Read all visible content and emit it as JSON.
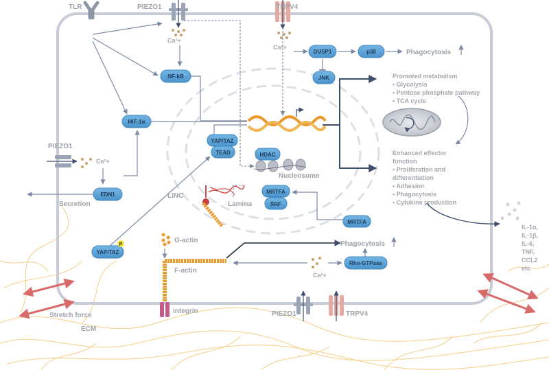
{
  "receptors": {
    "tlr": "TLR",
    "piezo1_top": "PIEZO1",
    "trpv4_top": "TRPV4",
    "piezo1_left": "PIEZO1",
    "piezo1_bottom": "PIEZO1",
    "trpv4_bottom": "TRPV4"
  },
  "ions": {
    "ca_top": "Ca²+",
    "ca_trpv4": "Ca²+",
    "ca_left": "Ca²+",
    "ca_bottom": "Ca²+"
  },
  "nodes": {
    "nfkb": "NF-kB",
    "hif1a": "HIF-1α",
    "edn1": "EDN1",
    "dusp1": "DUSP1",
    "p38": "p38",
    "jnk": "JNK",
    "yaptaz": "YAP/TAZ",
    "tead": "TEAD",
    "hdac": "HDAC",
    "mrtfa_nuc": "MRTFA",
    "srf": "SRF",
    "mrtfa_cyto": "MRTFA",
    "yaptaz_p": "YAP/TAZ",
    "phospho": "P",
    "rhogtpase": "Rho-GTPase"
  },
  "labels": {
    "phagocytosis_top": "Phagocytosis",
    "phagocytosis_mid": "Phagocytosis",
    "secretion": "Secretion",
    "nucleosome": "Nucleosome",
    "linc": "LINC",
    "lamina": "Lamina",
    "g_actin": "G-actin",
    "f_actin": "F-actin",
    "integrin": "integrin",
    "stretch_force": "Stretch force",
    "ecm": "ECM"
  },
  "metabolism": {
    "title": "Promoted metabolism",
    "items": [
      "• Glycolysis",
      "• Pentose phosphate pathway",
      "• TCA cycle"
    ]
  },
  "effector": {
    "title_line1": "Enhanced effector",
    "title_line2": "function",
    "items": [
      "• Proliferation and",
      "  differentiation",
      "• Adhesion",
      "• Phagocytosis",
      "• Cytokine production"
    ]
  },
  "cytokines": [
    "IL-1α,",
    "IL-1β,",
    "IL-6,",
    "TNF,",
    "CCL2",
    "etc"
  ],
  "colors": {
    "node_fill": "#5ea5d8",
    "node_stroke": "#3f86bf",
    "arrow": "#7d8aa3",
    "grey_text": "#9ea3aa",
    "stretch_arrow": "#d96a6a",
    "ecm_fiber": "#f3c97a",
    "actin": "#eb9a2c",
    "integrin": "#c45a8c",
    "trpv4": "#e9a9a3",
    "piezo": "#9aa4b5",
    "dna_orange": "#ea9a2a"
  }
}
